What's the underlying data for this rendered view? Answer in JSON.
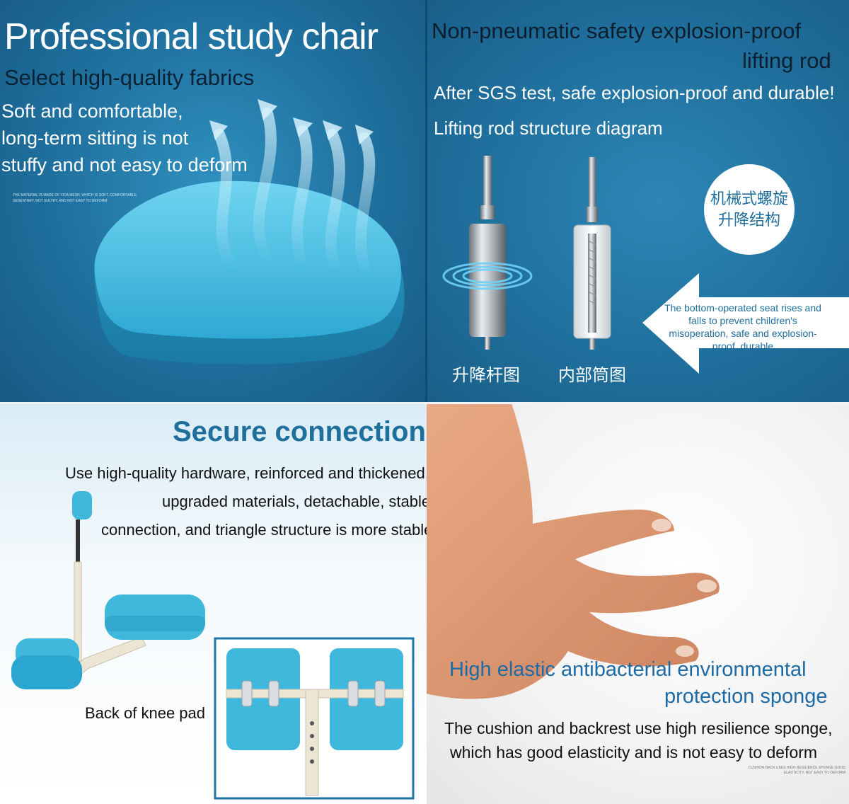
{
  "panel1": {
    "title": "Professional study chair",
    "subtitle": "Select high-quality fabrics",
    "lines": [
      "Soft and comfortable,",
      "long-term sitting is not",
      "stuffy and not easy to deform"
    ],
    "fine_print": "THE MATERIAL IS MADE OF YIDA MESH, WHICH IS SOFT, COMFORTABLE, SEDENTARY, NOT SULTRY, AND NOT EASY TO DEFORM"
  },
  "panel2": {
    "title_line1": "Non-pneumatic safety explosion-proof",
    "title_line2": "lifting rod",
    "line1": "After SGS test, safe explosion-proof and durable!",
    "line2": "Lifting rod structure diagram",
    "bubble_text": "机械式螺旋升降结构",
    "arrow_text": "The bottom-operated seat rises and falls to prevent children's misoperation, safe and explosion-proof, durable",
    "caption_left": "升降杆图",
    "caption_right": "内部筒图"
  },
  "panel3": {
    "title": "Secure connection",
    "lines": [
      "Use high-quality hardware, reinforced and thickened,",
      "upgraded materials, detachable, stable",
      "connection, and triangle structure is more stable"
    ],
    "knee_label": "Back of knee pad"
  },
  "panel4": {
    "title_line1": "High elastic antibacterial environmental",
    "title_line2": "protection sponge",
    "lines": [
      "The cushion and backrest use high resilience sponge,",
      "which has good elasticity and is not easy to deform"
    ],
    "fine_print": "CUSHION BACK USES HIGH RESILIENCE SPONGE GOOD ELASTICITY, NOT EASY TO DEFORM"
  },
  "colors": {
    "panel_blue": "#1f6f9d",
    "cushion_blue": "#3fb8dc",
    "heading_blue": "#1f74a8"
  }
}
